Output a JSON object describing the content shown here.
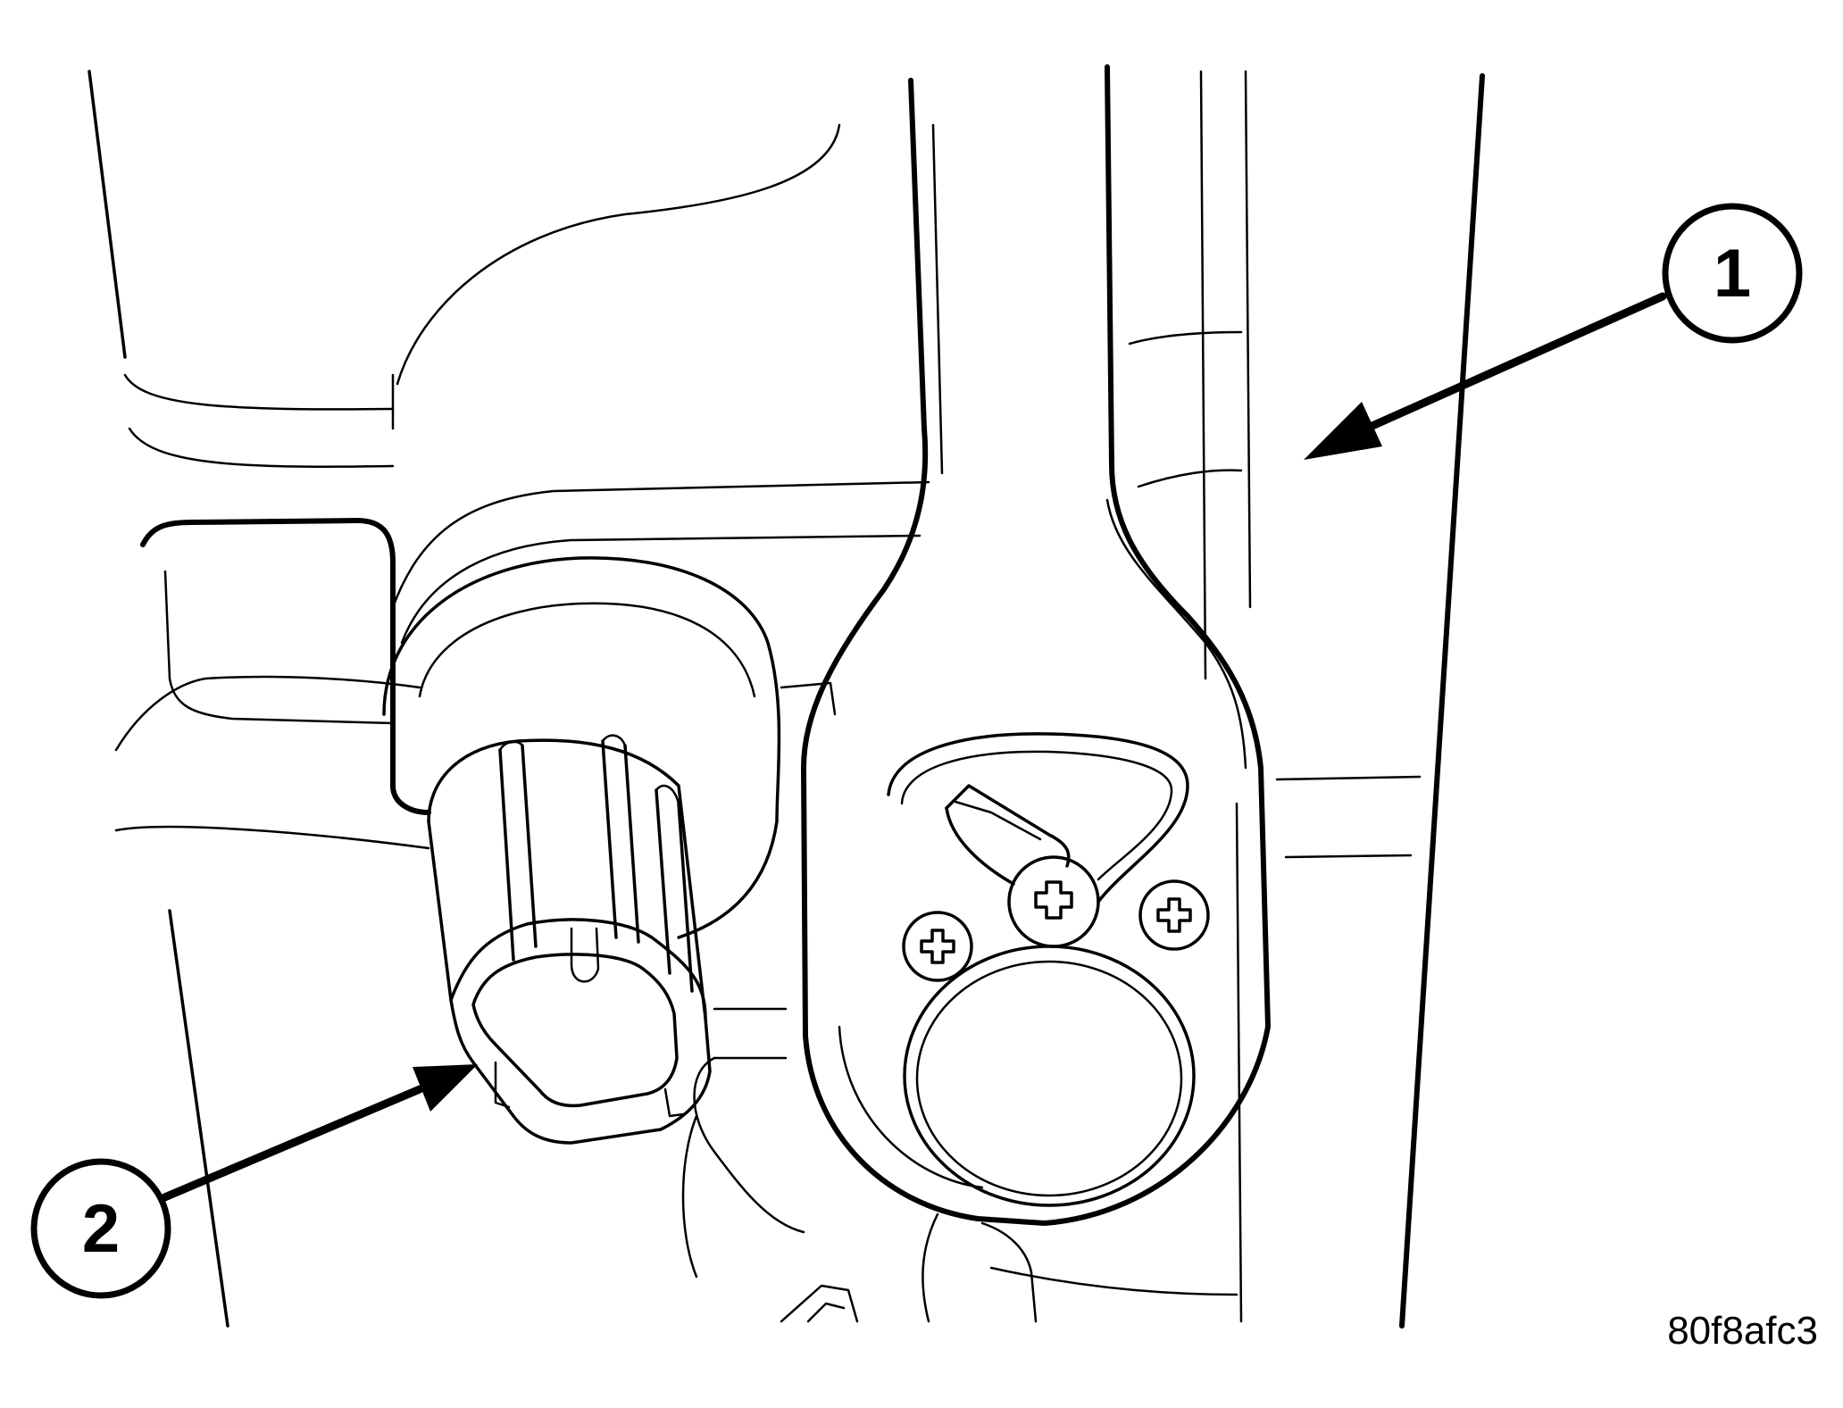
{
  "callouts": [
    {
      "number": "1"
    },
    {
      "number": "2"
    }
  ],
  "image_code": "80f8afc3",
  "colors": {
    "line": "#000000",
    "background": "#ffffff"
  }
}
